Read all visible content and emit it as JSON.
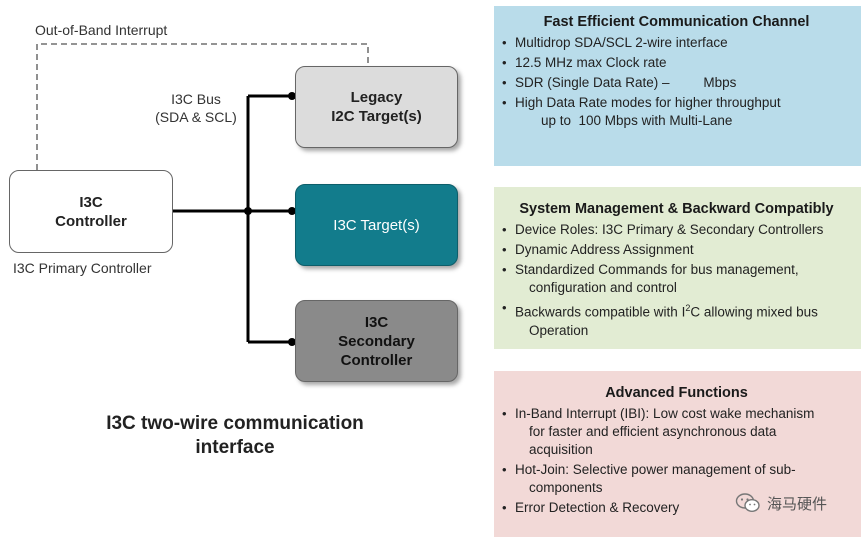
{
  "diagram": {
    "oob_label": "Out-of-Band Interrupt",
    "bus_label": "I3C Bus\n(SDA & SCL)",
    "controller_label": "I3C\nController",
    "controller_caption": "I3C Primary Controller",
    "legacy_label": "Legacy\nI2C Target(s)",
    "i3c_target_label": "I3C Target(s)",
    "secondary_label": "I3C\nSecondary\nController",
    "caption": "I3C two-wire communication\ninterface",
    "colors": {
      "legacy_fill": "#dcdcdc",
      "i3c_target_fill": "#127c8c",
      "secondary_fill": "#8a8a8a",
      "bus_line": "#000000"
    }
  },
  "panels": {
    "comm": {
      "title": "Fast Efficient Communication Channel",
      "items": [
        "Multidrop SDA/SCL 2-wire interface",
        "12.5 MHz max Clock rate",
        "SDR (Single Data Rate) –         Mbps",
        "High Data Rate modes for higher throughput"
      ],
      "continuation": "up to  100 Mbps with Multi-Lane",
      "color": "#b9dcea"
    },
    "mgmt": {
      "title": "System Management & Backward Compatibly",
      "items": [
        "Device Roles: I3C Primary & Secondary Controllers",
        "Dynamic Address Assignment"
      ],
      "item3_line1": "Standardized Commands for bus management,",
      "item3_line2": "configuration and control",
      "item4_pre": "Backwards compatible with I",
      "item4_sup": "2",
      "item4_post": "C allowing mixed bus",
      "item4_line2": "Operation",
      "color": "#e2ecd3"
    },
    "adv": {
      "title": "Advanced Functions",
      "item1_line1": "In-Band Interrupt (IBI): Low cost wake mechanism",
      "item1_line2": "for faster and efficient asynchronous data",
      "item1_line3": "acquisition",
      "item2_line1": "Hot-Join: Selective power management of sub-",
      "item2_line2": "components",
      "item3": "Error Detection & Recovery",
      "color": "#f2d9d7"
    }
  },
  "watermark": {
    "text": "海马硬件",
    "icon": "wechat-icon"
  }
}
